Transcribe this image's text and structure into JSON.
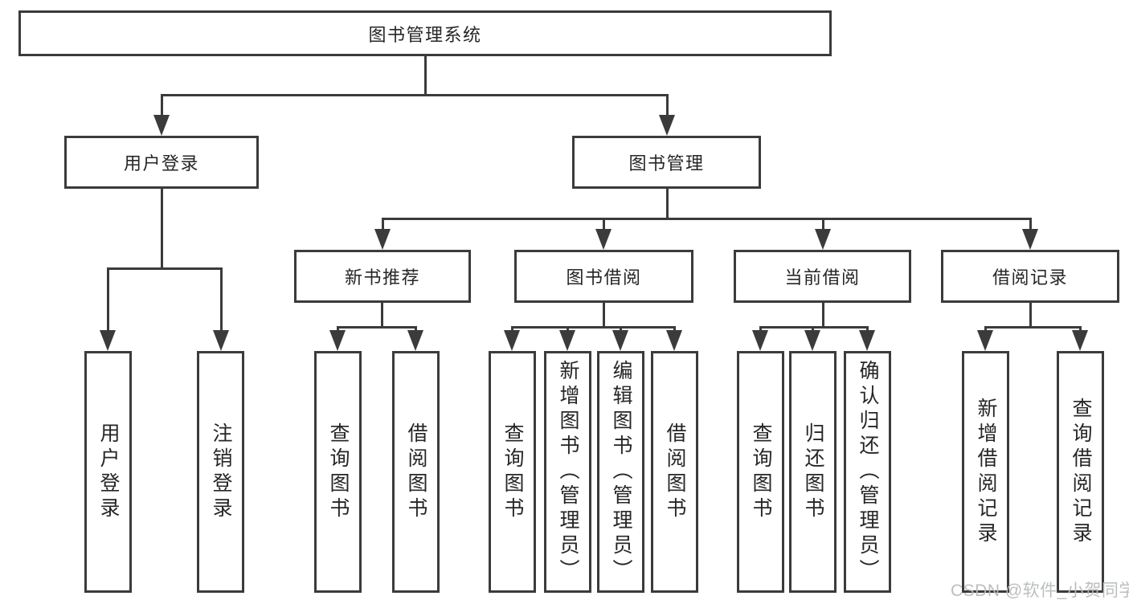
{
  "colors": {
    "line": "#3b3b3b",
    "text": "#262626",
    "background": "#ffffff",
    "watermark": "#b7babc"
  },
  "root": {
    "label": "图书管理系统"
  },
  "branches": {
    "user_login": {
      "label": "用户登录",
      "children": {
        "login": "用户登录",
        "logout": "注销登录"
      }
    },
    "book_mgmt": {
      "label": "图书管理",
      "sections": {
        "new_book_rec": {
          "label": "新书推荐",
          "children": {
            "query": "查询图书",
            "borrow": "借阅图书"
          }
        },
        "book_borrow": {
          "label": "图书借阅",
          "children": {
            "query": "查询图书",
            "add": "新增图书（管理员）",
            "edit": "编辑图书（管理员）",
            "borrow": "借阅图书"
          }
        },
        "current_borrow": {
          "label": "当前借阅",
          "children": {
            "query": "查询图书",
            "return": "归还图书",
            "confirm": "确认归还（管理员）"
          }
        },
        "borrow_records": {
          "label": "借阅记录",
          "children": {
            "add": "新增借阅记录",
            "query": "查询借阅记录"
          }
        }
      }
    }
  },
  "watermark": "CSDN @软件_小贺同学"
}
